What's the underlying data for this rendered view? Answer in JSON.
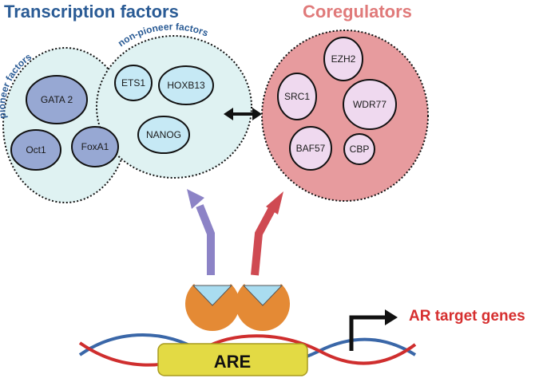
{
  "titles": {
    "transcription_factors": "Transcription factors",
    "coregulators": "Coregulators",
    "ar_target_genes": "AR target genes"
  },
  "groups": {
    "pioneer_factors": "pioneer factors",
    "non_pioneer_factors": "non-pioneer factors"
  },
  "pioneer": [
    "GATA 2",
    "Oct1",
    "FoxA1"
  ],
  "non_pioneer": [
    "ETS1",
    "HOXB13",
    "NANOG"
  ],
  "coregulator_list": [
    "EZH2",
    "SRC1",
    "WDR77",
    "BAF57",
    "CBP"
  ],
  "dna": {
    "element": "ARE"
  },
  "colors": {
    "tf_title": "#2a5b95",
    "coreg_title": "#e07a7a",
    "target_title": "#d62f2f",
    "tf_fill": "#dff2f2",
    "pioneer_node": "#97a8d3",
    "non_pioneer_node": "#c6e9f5",
    "coreg_fill": "#e79b9e",
    "coreg_node": "#efd9ef",
    "purple_arrow": "#8c83c6",
    "red_arrow": "#cf4a52",
    "receptor": "#e48a35",
    "ligand": "#a9dcf0",
    "are_box": "#e3da44",
    "dna_red": "#cf2e2e",
    "dna_blue": "#3a67a8"
  }
}
